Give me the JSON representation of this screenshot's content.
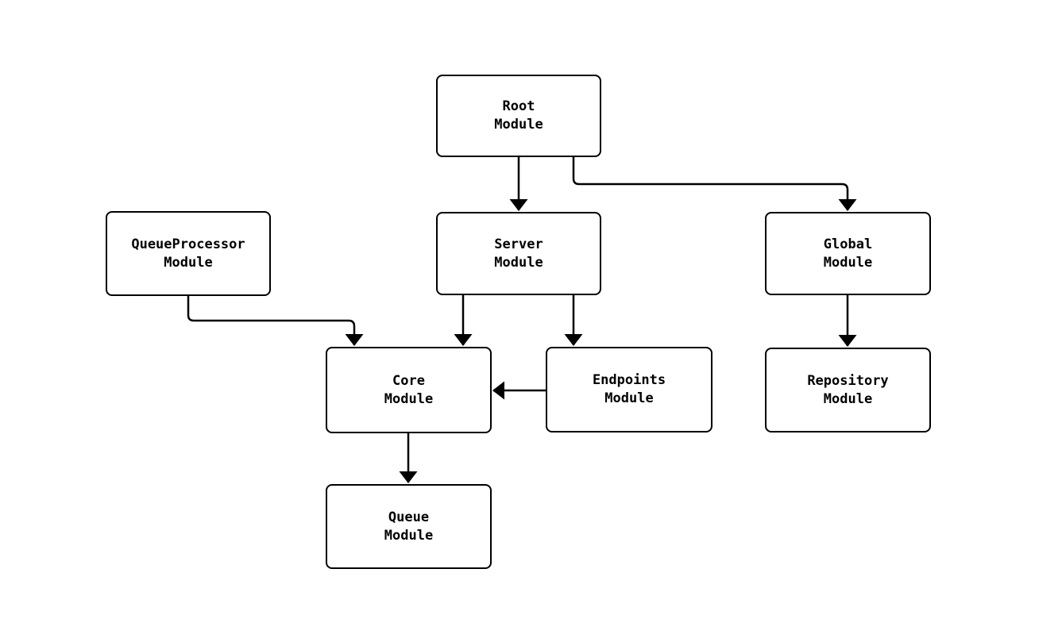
{
  "diagram": {
    "type": "module-dependency-flowchart",
    "background_color": "#ffffff",
    "node_fill_color": "#ffffff",
    "node_border_color": "#000000",
    "edge_color": "#000000",
    "nodes": [
      {
        "id": "root",
        "label": "Root\nModule"
      },
      {
        "id": "queueprocessor",
        "label": "QueueProcessor\nModule"
      },
      {
        "id": "server",
        "label": "Server\nModule"
      },
      {
        "id": "global",
        "label": "Global\nModule"
      },
      {
        "id": "core",
        "label": "Core\nModule"
      },
      {
        "id": "endpoints",
        "label": "Endpoints\nModule"
      },
      {
        "id": "repository",
        "label": "Repository\nModule"
      },
      {
        "id": "queue",
        "label": "Queue\nModule"
      }
    ],
    "edges": [
      {
        "from": "root",
        "to": "server"
      },
      {
        "from": "root",
        "to": "global"
      },
      {
        "from": "queueprocessor",
        "to": "core"
      },
      {
        "from": "server",
        "to": "core"
      },
      {
        "from": "server",
        "to": "endpoints"
      },
      {
        "from": "endpoints",
        "to": "core"
      },
      {
        "from": "global",
        "to": "repository"
      },
      {
        "from": "core",
        "to": "queue"
      }
    ]
  }
}
